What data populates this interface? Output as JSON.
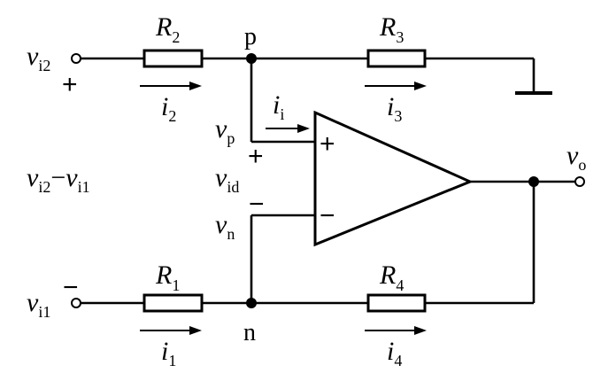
{
  "labels": {
    "R2": {
      "main": "R",
      "sub": "2"
    },
    "R3": {
      "main": "R",
      "sub": "3"
    },
    "R1": {
      "main": "R",
      "sub": "1"
    },
    "R4": {
      "main": "R",
      "sub": "4"
    },
    "vi2": {
      "main": "v",
      "sub": "i2"
    },
    "vi1": {
      "main": "v",
      "sub": "i1"
    },
    "vp": {
      "main": "v",
      "sub": "p"
    },
    "vn": {
      "main": "v",
      "sub": "n"
    },
    "vid": {
      "main": "v",
      "sub": "id"
    },
    "vo": {
      "main": "v",
      "sub": "o"
    },
    "diff": {
      "a": "v",
      "a_sub": "i2",
      "op": "−",
      "b": "v",
      "b_sub": "i1"
    },
    "i1": {
      "main": "i",
      "sub": "1"
    },
    "i2": {
      "main": "i",
      "sub": "2"
    },
    "i3": {
      "main": "i",
      "sub": "3"
    },
    "i4": {
      "main": "i",
      "sub": "4"
    },
    "ii": {
      "main": "i",
      "sub": "i"
    },
    "node_p": "p",
    "node_n": "n",
    "plus": "+",
    "minus": "−"
  }
}
